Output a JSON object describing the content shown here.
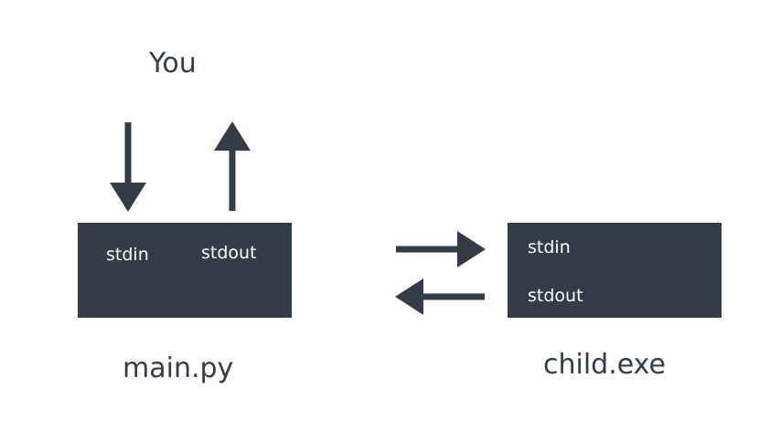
{
  "you_label": "You",
  "main": {
    "name": "main.py",
    "stdin": "stdin",
    "stdout": "stdout"
  },
  "child": {
    "name": "child.exe",
    "stdin": "stdin",
    "stdout": "stdout"
  },
  "colors": {
    "dark": "#333c47"
  }
}
